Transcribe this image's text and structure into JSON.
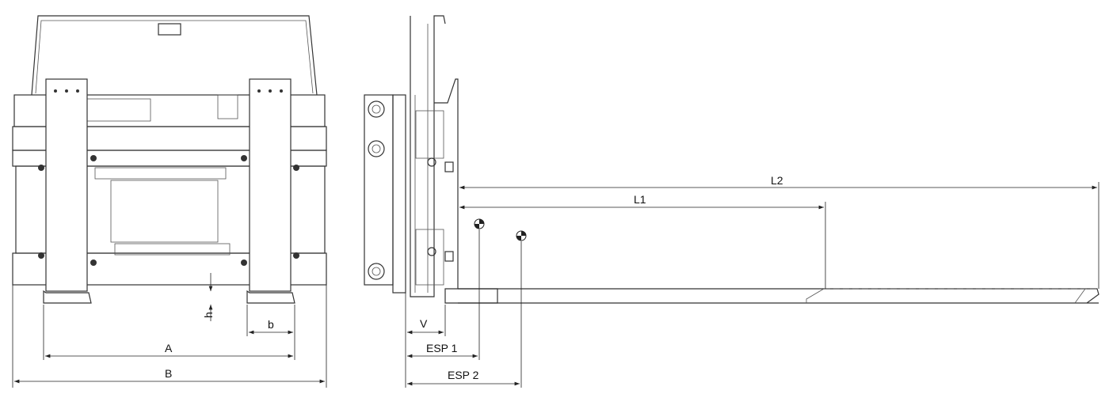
{
  "dimensions": {
    "h": "h",
    "b": "b",
    "A": "A",
    "B": "B",
    "V": "V",
    "ESP1": "ESP 1",
    "ESP2": "ESP 2",
    "L1": "L1",
    "L2": "L2"
  },
  "colors": {
    "line": "#333333",
    "background": "#ffffff"
  }
}
